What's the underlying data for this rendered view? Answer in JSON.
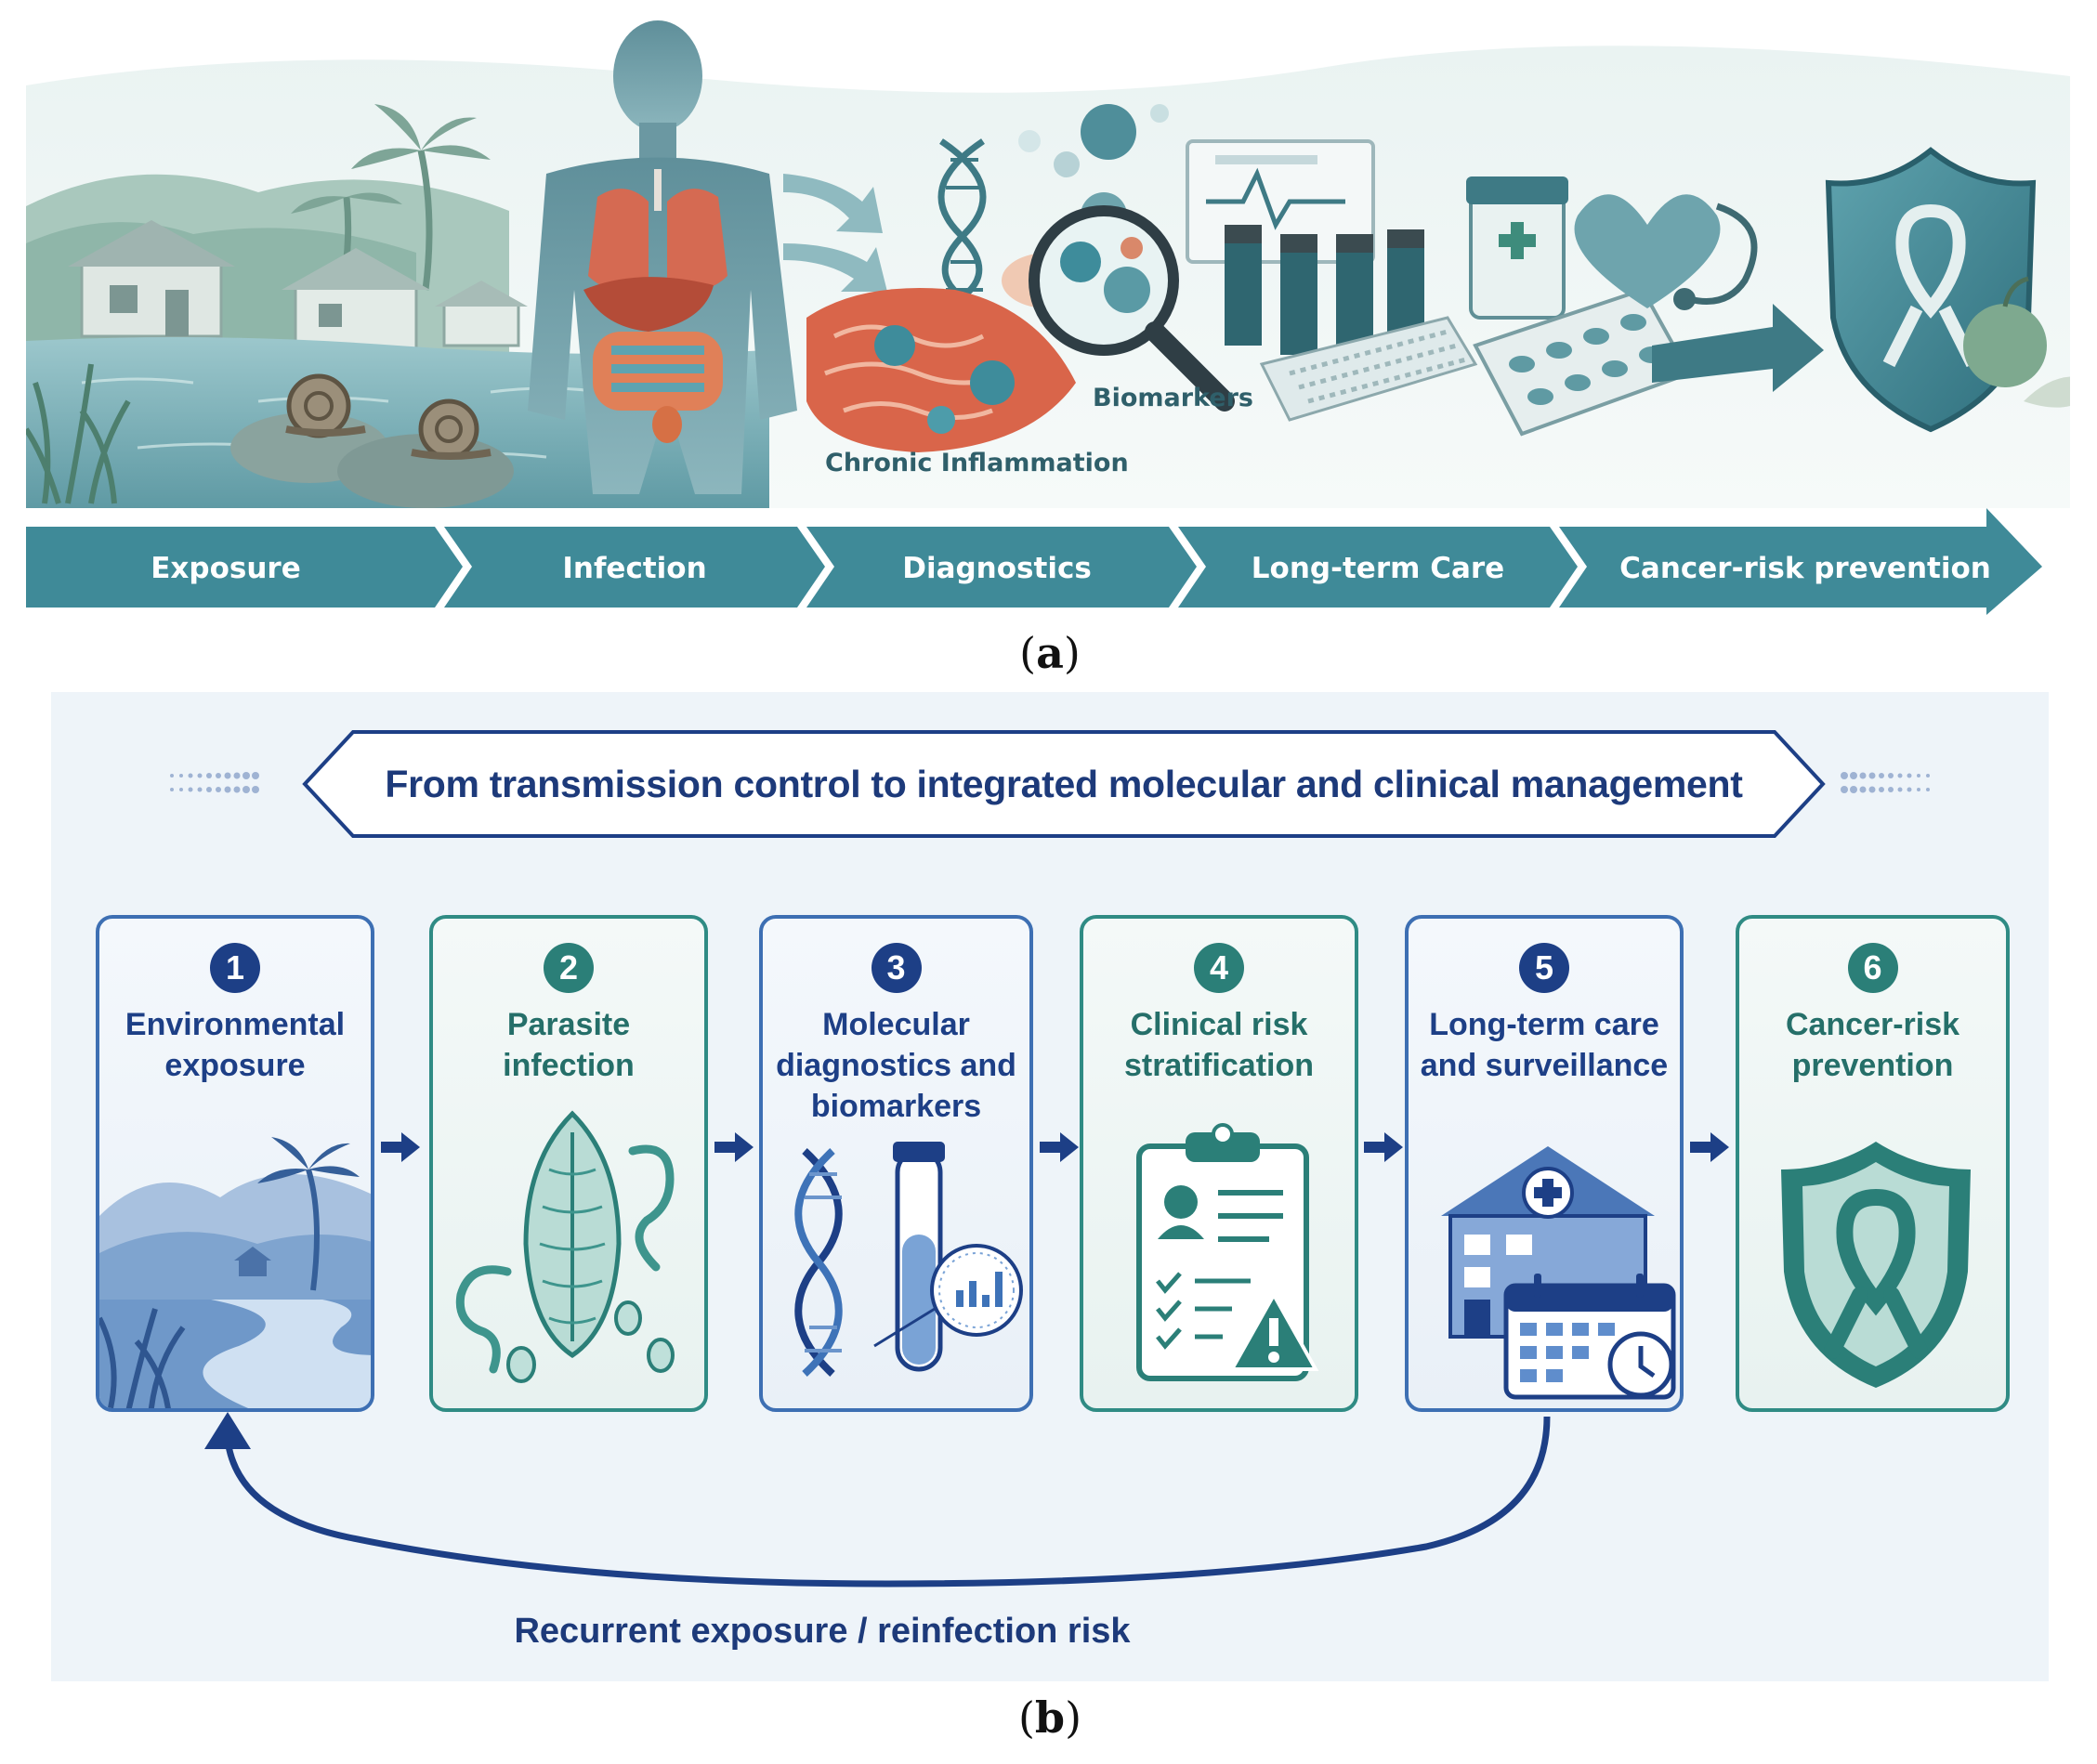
{
  "panel_a": {
    "labels": {
      "biomarkers": "Biomarkers",
      "chronic_inflammation": "Chronic Inflammation"
    },
    "steps": [
      {
        "label": "Exposure"
      },
      {
        "label": "Infection"
      },
      {
        "label": "Diagnostics"
      },
      {
        "label": "Long-term Care"
      },
      {
        "label": "Cancer-risk prevention"
      }
    ],
    "colors": {
      "step_bar": "#3f8a98",
      "body": "#6f9ba6",
      "organ": "#d9654a"
    }
  },
  "captions": {
    "a_open": "(",
    "a_letter": "a",
    "a_close": ")",
    "b_open": "(",
    "b_letter": "b",
    "b_close": ")"
  },
  "panel_b": {
    "title": "From transmission control to integrated molecular and clinical management",
    "steps": [
      {
        "number": "1",
        "title": "Environmental exposure",
        "icon": "landscape-icon",
        "accent": "#1d3f86"
      },
      {
        "number": "2",
        "title": "Parasite infection",
        "icon": "parasite-icon",
        "accent": "#2b7f78"
      },
      {
        "number": "3",
        "title": "Molecular diagnostics and biomarkers",
        "icon": "dna-test-tube-icon",
        "accent": "#1d3f86"
      },
      {
        "number": "4",
        "title": "Clinical risk stratification",
        "icon": "clipboard-warning-icon",
        "accent": "#2b7f78"
      },
      {
        "number": "5",
        "title": "Long-term care and surveillance",
        "icon": "hospital-calendar-icon",
        "accent": "#1d3f86"
      },
      {
        "number": "6",
        "title": "Cancer-risk prevention",
        "icon": "shield-ribbon-icon",
        "accent": "#2b7f78"
      }
    ],
    "loop_label": "Recurrent exposure / reinfection risk",
    "colors": {
      "navy": "#1d3f86",
      "teal": "#2b7f78",
      "background": "#eef4f9"
    }
  }
}
